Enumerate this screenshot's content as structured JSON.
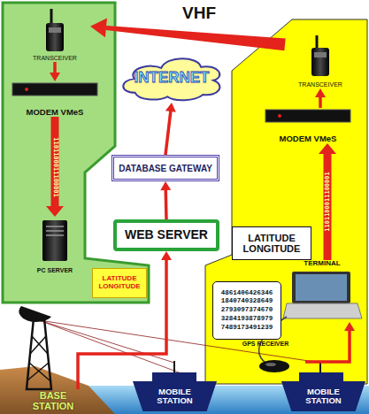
{
  "diagram": {
    "title": "VHF",
    "nodes": [
      {
        "text": [
          "TRANSCEIVER"
        ]
      },
      {
        "text": [
          "MODEM VMeS"
        ]
      },
      {
        "text": [
          "PC SERVER"
        ]
      },
      {
        "text": [
          "LATITUDE LONGITUDE"
        ]
      },
      {
        "text": [
          "INTERNET"
        ]
      },
      {
        "text": [
          "DATABASE GATEWAY"
        ]
      },
      {
        "text": [
          "WEB SERVER"
        ]
      },
      {
        "text": [
          "TRANSCEIVER"
        ]
      },
      {
        "text": [
          "MODEM VMeS"
        ]
      },
      {
        "text": [
          "LATITUDE LONGITUDE"
        ]
      },
      {
        "text": [
          "TERMINAL"
        ]
      },
      {
        "text": [
          "4861406426346 1840740328649 2793097374670 3284193878979 7489173491239"
        ]
      },
      {
        "text": [
          "GPS RECEIVER"
        ]
      },
      {
        "text": [
          "BASE STATION"
        ]
      },
      {
        "text": [
          "MOBILE STATION"
        ]
      },
      {
        "text": [
          "MOBILE STATION"
        ]
      }
    ],
    "edges": [
      {
        "from": 7,
        "to": 0,
        "arrow": "to"
      },
      {
        "from": 0,
        "to": 1,
        "arrow": "to"
      },
      {
        "from": 1,
        "to": 2,
        "label": "1101100011100001",
        "arrow": "to"
      },
      {
        "from": 13,
        "to": 6,
        "arrow": "to"
      },
      {
        "from": 6,
        "to": 5,
        "arrow": "to"
      },
      {
        "from": 5,
        "to": 4,
        "arrow": "to"
      },
      {
        "from": 8,
        "to": 7,
        "arrow": "to"
      },
      {
        "from": 10,
        "to": 8,
        "label": "1101100011100001",
        "arrow": "to"
      },
      {
        "from": 12,
        "to": 10,
        "arrow": "to"
      }
    ]
  }
}
